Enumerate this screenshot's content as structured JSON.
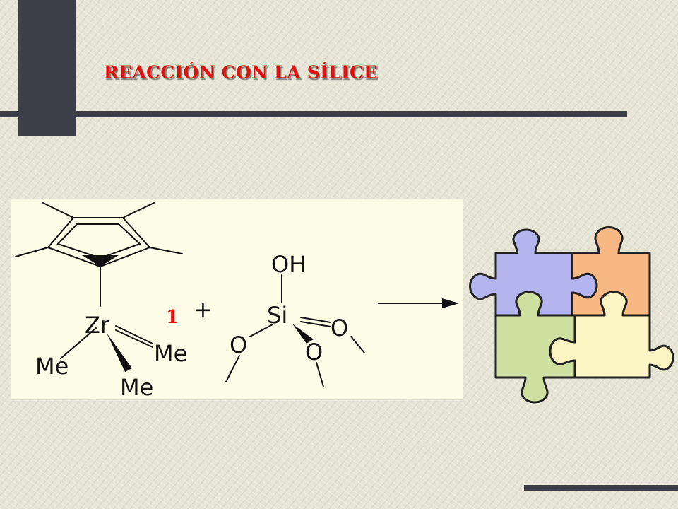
{
  "slide": {
    "title": "REACCIÓN CON LA SÍLICE"
  },
  "scheme": {
    "zr": "Zr",
    "me_left": "Me",
    "me_right": "Me",
    "me_bottom": "Me",
    "compound_number": "1",
    "plus": "+",
    "oh": "OH",
    "si": "Si",
    "o_left": "O",
    "o_middle": "O",
    "o_right": "O"
  },
  "colors": {
    "title": "#e0100c",
    "bars": "#3e3e48",
    "puzzle_blue": "#b4b4ee",
    "puzzle_orange": "#f8b884",
    "puzzle_green": "#cfdfa0",
    "puzzle_yellow": "#fbf5c4"
  }
}
